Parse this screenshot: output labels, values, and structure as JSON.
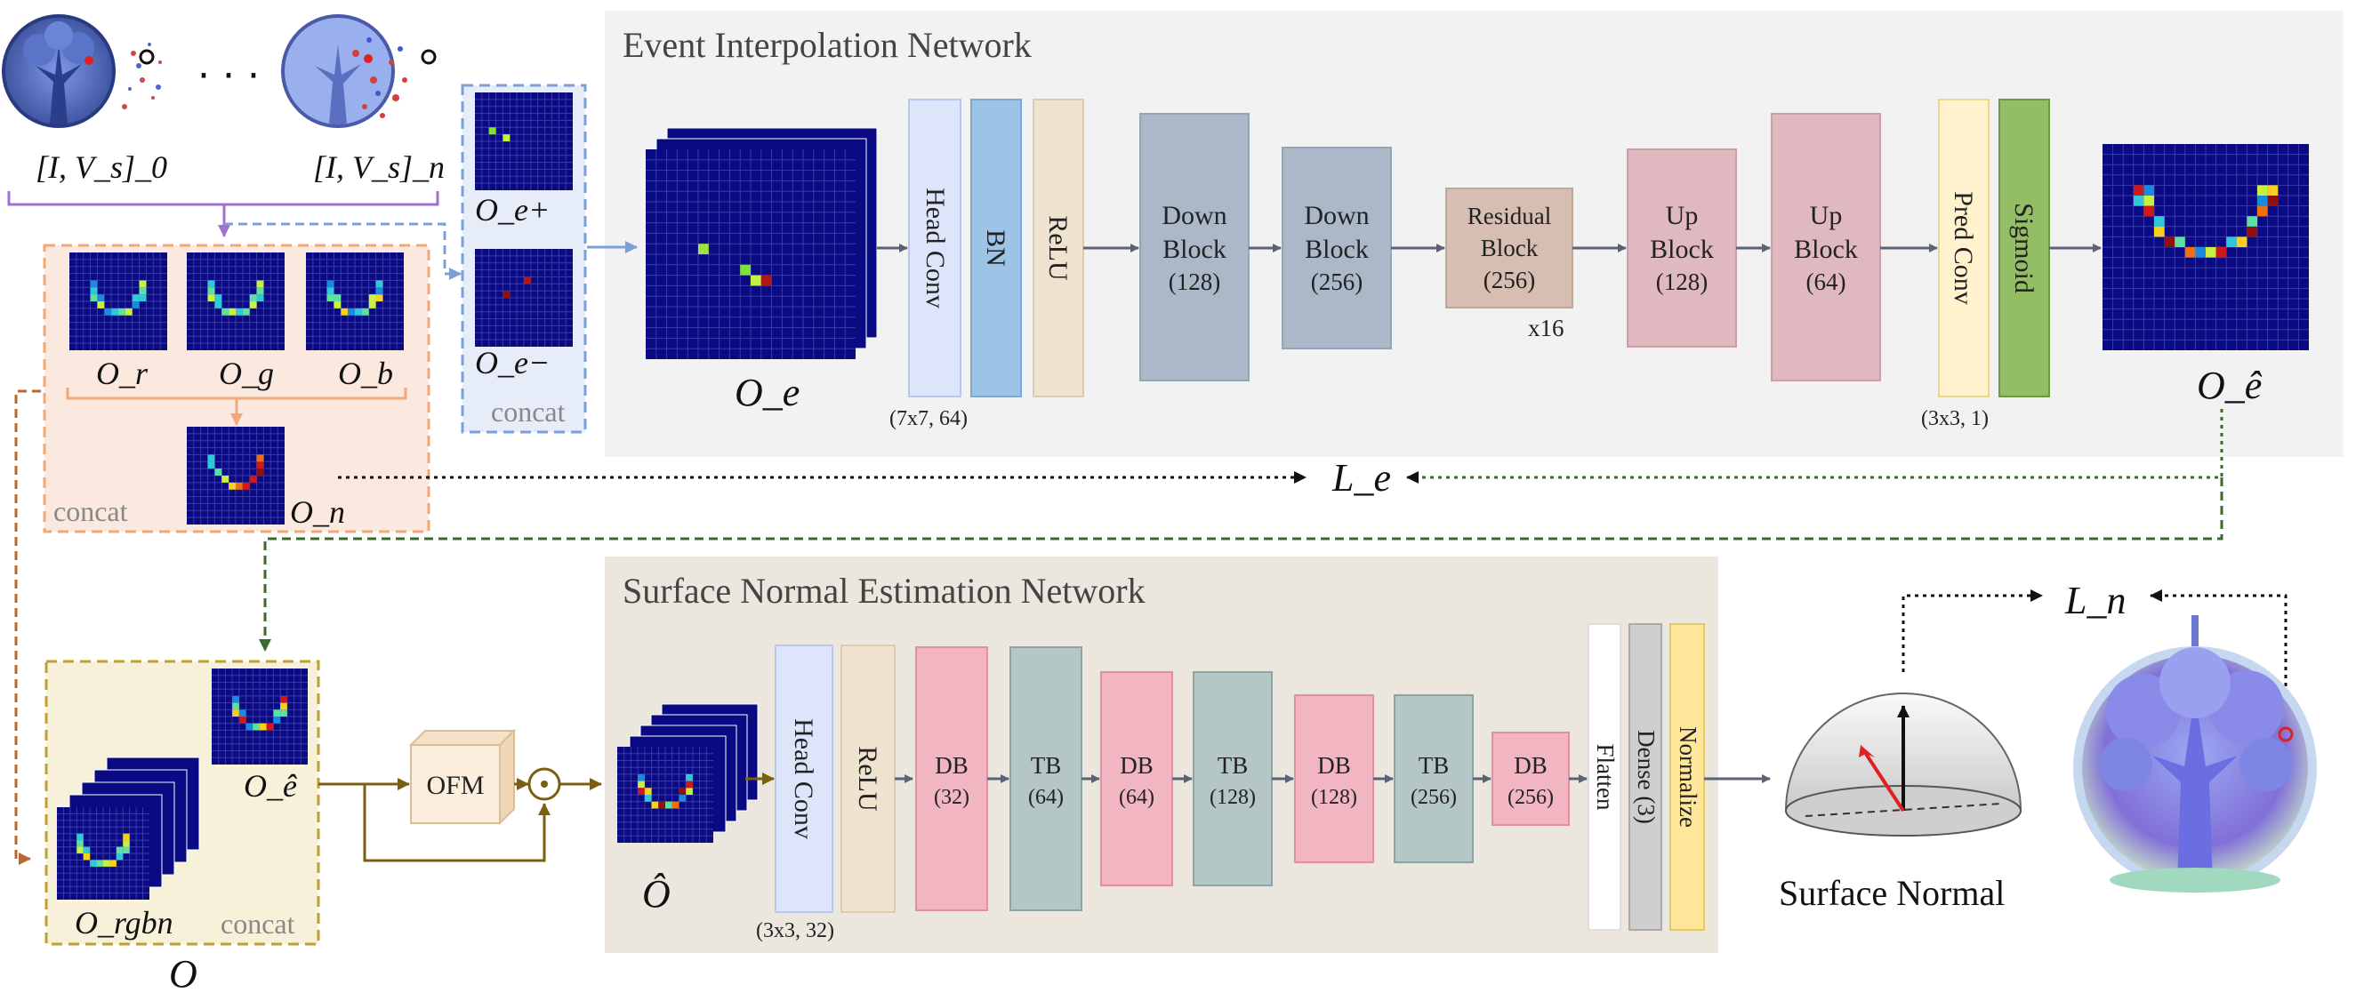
{
  "top_inputs": {
    "first_label": "[I, V_s]_0",
    "dots": "· · ·",
    "last_label": "[I, V_s]_n"
  },
  "event_panel": {
    "pos_label": "O_e+",
    "neg_label": "O_e−",
    "concat": "concat"
  },
  "rgb_panel": {
    "r_label": "O_r",
    "g_label": "O_g",
    "b_label": "O_b",
    "n_label": "O_n",
    "concat": "concat"
  },
  "eint": {
    "title": "Event Interpolation Network",
    "input_label": "O_e",
    "output_label": "O_ê",
    "head_conv": "Head Conv",
    "head_conv_note": "(7x7, 64)",
    "bn": "BN",
    "relu": "ReLU",
    "down1": [
      "Down",
      "Block",
      "(128)"
    ],
    "down2": [
      "Down",
      "Block",
      "(256)"
    ],
    "residual": [
      "Residual",
      "Block",
      "(256)"
    ],
    "residual_repeat": "x16",
    "up1": [
      "Up",
      "Block",
      "(128)"
    ],
    "up2": [
      "Up",
      "Block",
      "(64)"
    ],
    "pred_conv": "Pred Conv",
    "pred_conv_note": "(3x3, 1)",
    "sigmoid": "Sigmoid"
  },
  "loss_e": "L_e",
  "loss_n": "L_n",
  "combined": {
    "ehat_label": "O_ê",
    "rgbn_label": "O_rgbn",
    "concat": "concat",
    "o_label": "O"
  },
  "ofm": "OFM",
  "ohat_label": "Ô",
  "sne": {
    "title": "Surface Normal Estimation Network",
    "head_conv": "Head Conv",
    "head_conv_note": "(3x3, 32)",
    "relu": "ReLU",
    "blocks": [
      {
        "name": "DB",
        "ch": "(32)"
      },
      {
        "name": "TB",
        "ch": "(64)"
      },
      {
        "name": "DB",
        "ch": "(64)"
      },
      {
        "name": "TB",
        "ch": "(128)"
      },
      {
        "name": "DB",
        "ch": "(128)"
      },
      {
        "name": "TB",
        "ch": "(256)"
      },
      {
        "name": "DB",
        "ch": "(256)"
      }
    ],
    "flatten": "Flatten",
    "dense": "Dense (3)",
    "normalize": "Normalize"
  },
  "surface_normal_label": "Surface Normal",
  "colors": {
    "grid_bg": "#0a0a82",
    "head_conv": "#dde5fb",
    "bn": "#9dc3e6",
    "relu": "#efe3d0",
    "down": "#aab8c8",
    "residual": "#d6bfb2",
    "up": "#e0b8c0",
    "pred": "#fff2cc",
    "sigmoid": "#94be64",
    "db": "#f2b6c2",
    "tb": "#b4c6c6",
    "dense": "#cfcfcf",
    "normalize": "#ffe699",
    "orange_panel": "#fbe9df",
    "blue_panel": "#e6ecf8",
    "yellow_panel": "#f7f1da"
  }
}
